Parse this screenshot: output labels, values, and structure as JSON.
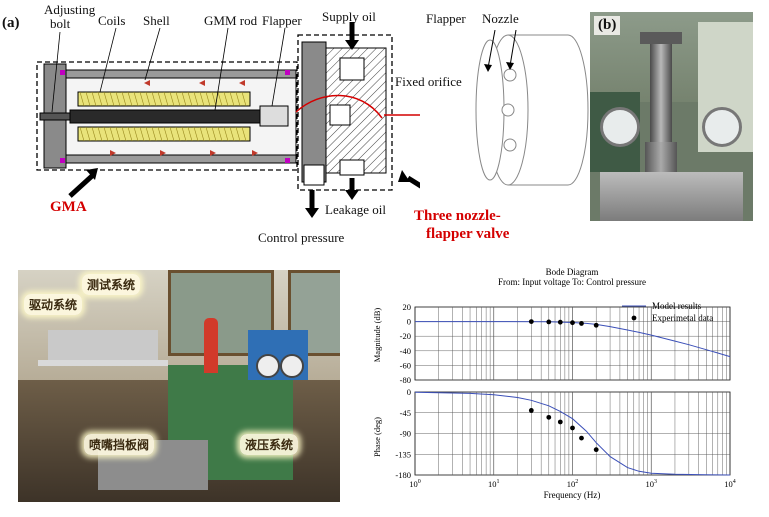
{
  "panel_a": {
    "tag": "(a)",
    "labels": {
      "adjusting_bolt_1": "Adjusting",
      "adjusting_bolt_2": "bolt",
      "coils": "Coils",
      "shell": "Shell",
      "gmm_rod": "GMM rod",
      "flapper": "Flapper",
      "supply_oil": "Supply oil",
      "fixed_orifice": "Fixed orifice",
      "gma": "GMA",
      "leakage_oil": "Leakage oil",
      "control_pressure": "Control pressure",
      "valve_1": "Three nozzle-",
      "valve_2": "flapper valve",
      "flapper_right": "Flapper",
      "nozzle_right": "Nozzle"
    }
  },
  "panel_b": {
    "tag": "(b)"
  },
  "bench_photo": {
    "labels": {
      "test_system": "测试系统",
      "drive_system": "驱动系统",
      "nozzle_valve": "喷嘴挡板阀",
      "hydraulic_system": "液压系统"
    }
  },
  "colors": {
    "accent_red": "#d40000",
    "model_line": "#3b4fb8",
    "grid": "#555555"
  },
  "chart_data": {
    "type": "line",
    "title": "Bode Diagram",
    "subtitle": "From: Input voltage  To: Control pressure",
    "xlabel": "Frequency  (Hz)",
    "x_scale": "log",
    "xlim": [
      1,
      10000
    ],
    "x_ticks": [
      "10^0",
      "10^1",
      "10^2",
      "10^3",
      "10^4"
    ],
    "legend": {
      "placement": "top-right",
      "entries": [
        "Model results",
        "Experimetal data"
      ]
    },
    "magnitude": {
      "ylabel": "Magnitude (dB)",
      "ylim": [
        -80,
        20
      ],
      "y_ticks": [
        "20",
        "0",
        "-20",
        "-40",
        "-60",
        "-80"
      ],
      "series": [
        {
          "name": "Model results",
          "style": "line",
          "x": [
            1,
            10,
            50,
            100,
            150,
            200,
            300,
            500,
            700,
            1000,
            2000,
            3000,
            5000,
            7000,
            10000
          ],
          "y": [
            0,
            0,
            -0.3,
            -1.2,
            -2.5,
            -3.9,
            -6.9,
            -11.5,
            -14.8,
            -18.5,
            -26.7,
            -31.7,
            -38.5,
            -43.0,
            -47.9
          ]
        },
        {
          "name": "Experimetal data",
          "style": "points",
          "x": [
            30,
            50,
            70,
            100,
            130,
            200
          ],
          "y": [
            0,
            -0.4,
            -0.8,
            -1.5,
            -2.5,
            -5.0
          ]
        }
      ]
    },
    "phase": {
      "ylabel": "Phase (deg)",
      "ylim": [
        -180,
        0
      ],
      "y_ticks": [
        "0",
        "-45",
        "-90",
        "-135",
        "-180"
      ],
      "series": [
        {
          "name": "Model results",
          "style": "line",
          "x": [
            1,
            5,
            10,
            20,
            30,
            50,
            70,
            100,
            150,
            200,
            300,
            500,
            700,
            1000,
            2000,
            5000,
            10000
          ],
          "y": [
            -0.5,
            -3,
            -6,
            -12,
            -18,
            -30,
            -42,
            -58,
            -85,
            -110,
            -140,
            -164,
            -172,
            -176,
            -178.5,
            -179.5,
            -180
          ]
        },
        {
          "name": "Experimetal data",
          "style": "points",
          "x": [
            30,
            50,
            70,
            100,
            130,
            200
          ],
          "y": [
            -40,
            -55,
            -65,
            -78,
            -100,
            -125
          ]
        }
      ]
    }
  }
}
